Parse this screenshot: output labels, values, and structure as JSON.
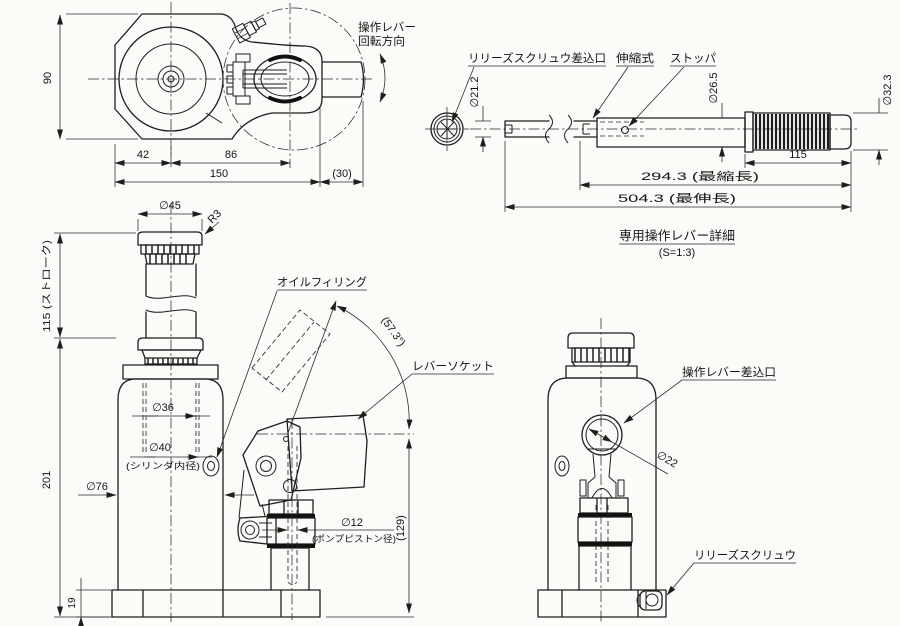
{
  "colors": {
    "ink": "#1e1e1e",
    "paper": "#fbfbf8"
  },
  "plan_view": {
    "dim_height": "90",
    "dim_left": "42",
    "dim_mid": "86",
    "dim_width": "150",
    "dim_overhang": "(30)",
    "rotation_label_line1": "操作レバー",
    "rotation_label_line2": "回転方向"
  },
  "lever_detail": {
    "label_release_port": "リリーズスクリュウ差込口",
    "label_telescopic": "伸縮式",
    "label_stopper": "ストッパ",
    "dim_shaft_dia": "∅21.2",
    "dim_tube_dia": "∅26.5",
    "dim_grip_dia": "∅32.3",
    "dim_grip_len": "115",
    "dim_retracted": "294.3 (最縮長)",
    "dim_extended": "504.3 (最伸長)",
    "title": "専用操作レバー詳細",
    "scale_note": "(S=1:3)"
  },
  "front_view": {
    "dim_saddle_dia": "∅45",
    "dim_fillet": "R3",
    "dim_stroke": "115 (ストローク)",
    "label_oil_fill": "オイルフィリング",
    "dim_angle": "(57.3°)",
    "label_lever_socket": "レバーソケット",
    "dim_ram_dia": "∅36",
    "dim_cyl_dia": "∅40",
    "note_cyl_dia": "(シリンダ内径)",
    "dim_body_dia": "∅76",
    "dim_height": "201",
    "dim_base_thk": "19",
    "dim_piston_dia": "∅12",
    "note_piston_dia": "(ポンプピストン径)",
    "dim_socket_height": "(129)"
  },
  "side_view": {
    "label_lever_port": "操作レバー差込口",
    "dim_socket_dia": "∅22",
    "label_release_screw": "リリーズスクリュウ"
  }
}
